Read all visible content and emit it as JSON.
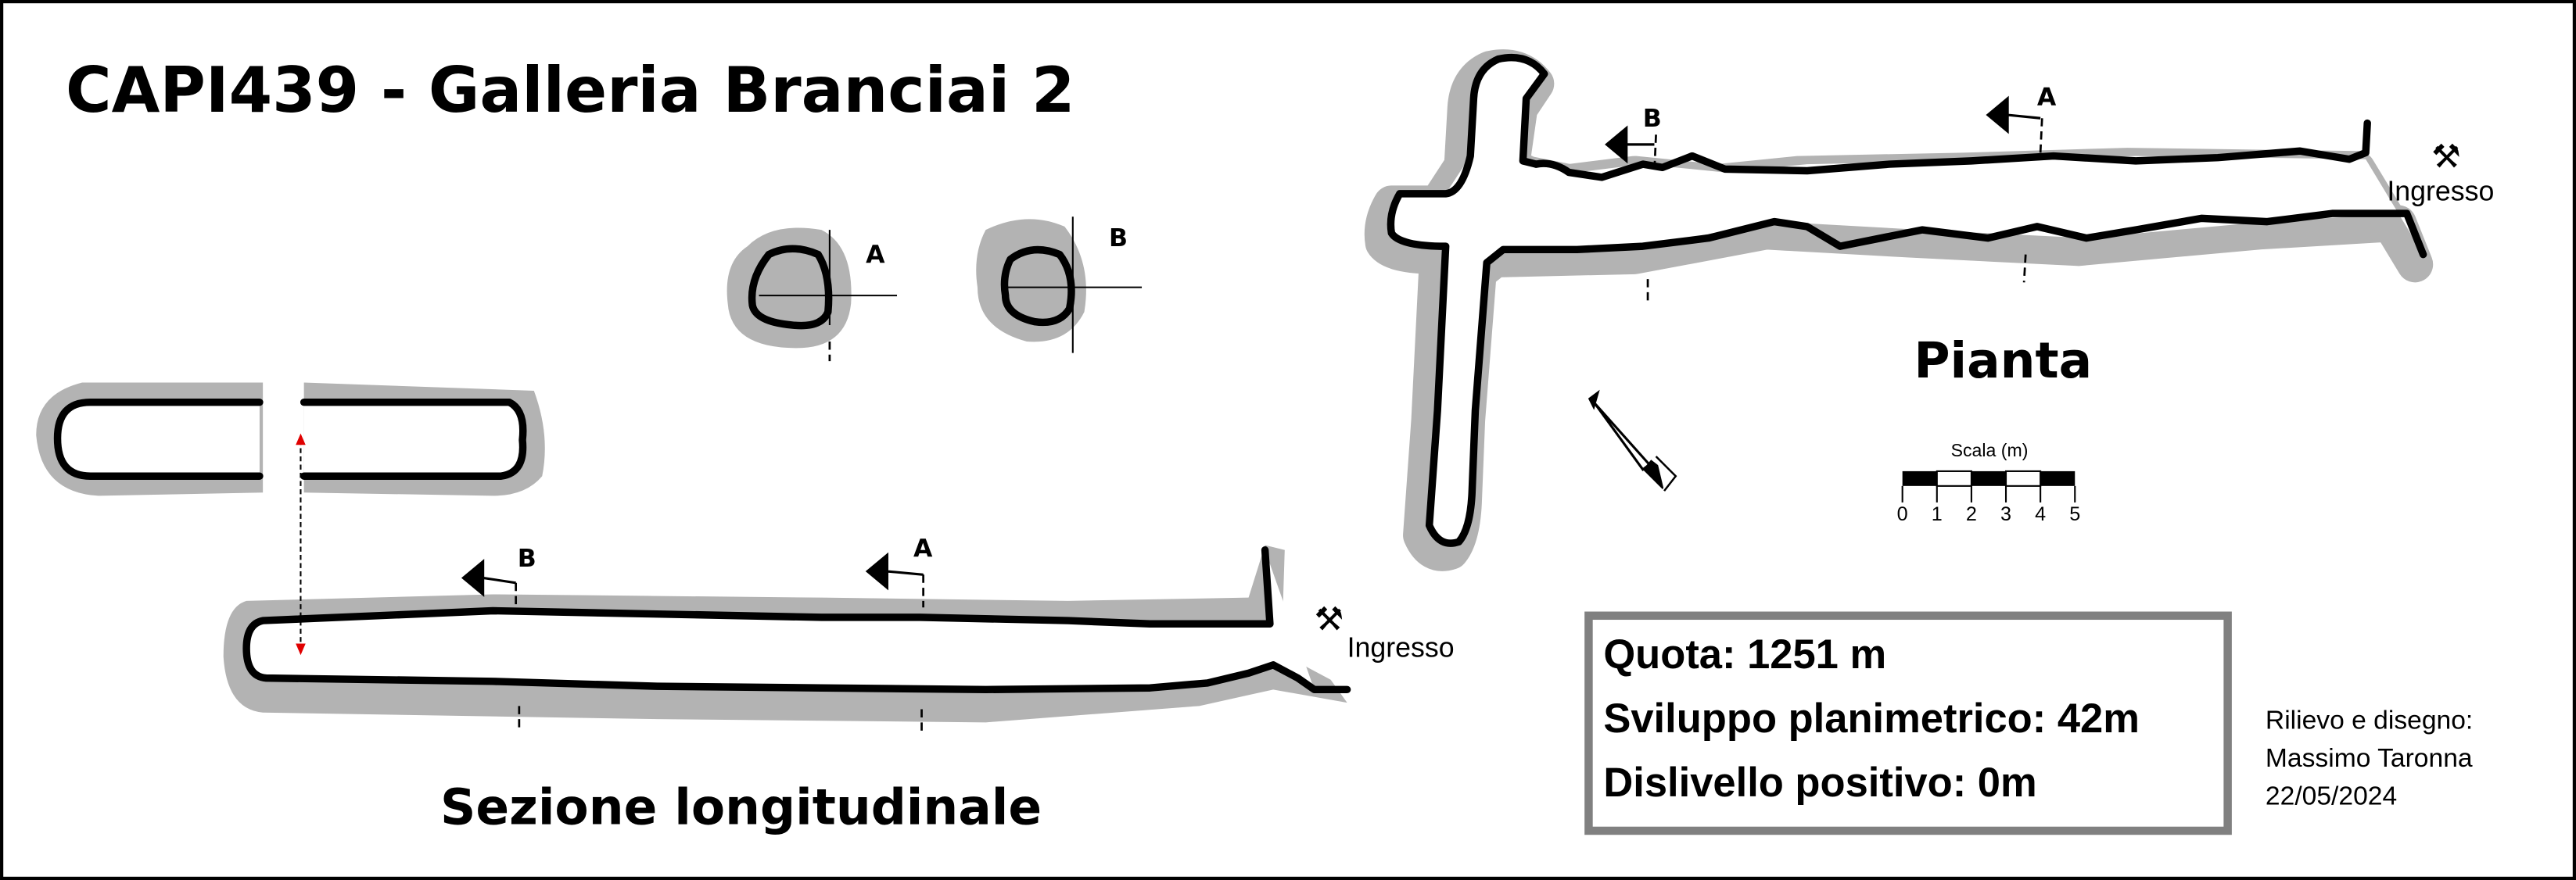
{
  "title": "CAPI439 - Galleria Branciai 2",
  "plan": {
    "label": "Pianta",
    "entrance_label": "Ingresso",
    "section_marks": [
      "A",
      "B"
    ]
  },
  "section": {
    "label": "Sezione longitudinale",
    "entrance_label": "Ingresso",
    "section_marks": [
      "A",
      "B"
    ]
  },
  "cross_sections": [
    "A",
    "B"
  ],
  "scale": {
    "label": "Scala (m)",
    "ticks": [
      "0",
      "1",
      "2",
      "3",
      "4",
      "5"
    ]
  },
  "info_box": {
    "quota": "Quota: 1251 m",
    "sviluppo": "Sviluppo planimetrico: 42m",
    "dislivello": "Dislivello positivo: 0m"
  },
  "credits": {
    "line1": "Rilievo e disegno:",
    "line2": "Massimo Taronna",
    "line3": "22/05/2024"
  },
  "icons": {
    "entrance": "⚒"
  },
  "colors": {
    "rock": "#b3b3b3",
    "box_border": "#808080",
    "marker": "#e00000"
  }
}
